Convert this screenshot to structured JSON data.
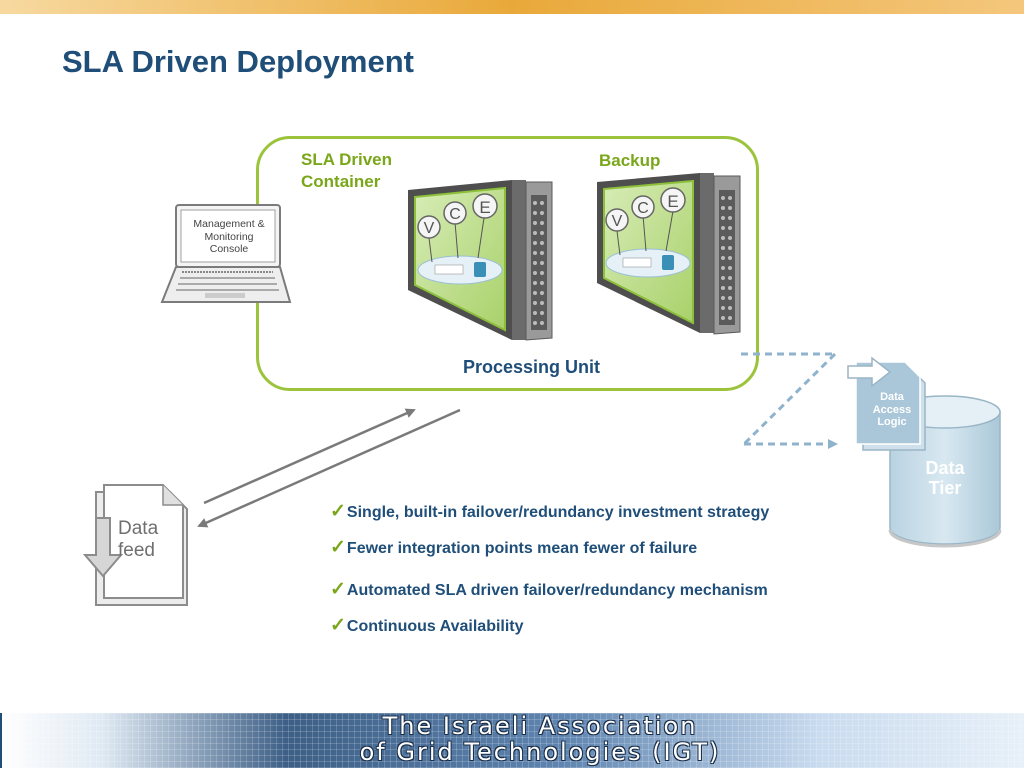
{
  "slide": {
    "title": "SLA Driven Deployment",
    "container_label_line1": "SLA Driven",
    "container_label_line2": "Container",
    "backup_label": "Backup",
    "processing_unit_label": "Processing Unit",
    "console": {
      "line1": "Management &",
      "line2": "Monitoring",
      "line3": "Console"
    },
    "data_feed": {
      "line1": "Data",
      "line2": "feed"
    },
    "data_access_logic": {
      "line1": "Data",
      "line2": "Access",
      "line3": "Logic"
    },
    "data_tier": {
      "line1": "Data",
      "line2": "Tier"
    },
    "server_letters": [
      "V",
      "C",
      "E"
    ],
    "bullets": [
      "Single, built-in failover/redundancy investment strategy",
      "Fewer integration points mean fewer of failure",
      "Automated SLA driven failover/redundancy mechanism",
      "Continuous Availability"
    ],
    "check_glyph": "✓"
  },
  "footer": {
    "line1": "The Israeli Association",
    "line2": "of Grid Technologies (IGT)"
  },
  "colors": {
    "title": "#1f4e79",
    "accent_green": "#7aa71a",
    "box_border": "#9bc43c",
    "dashed_arrows": "#8fb3cc"
  }
}
